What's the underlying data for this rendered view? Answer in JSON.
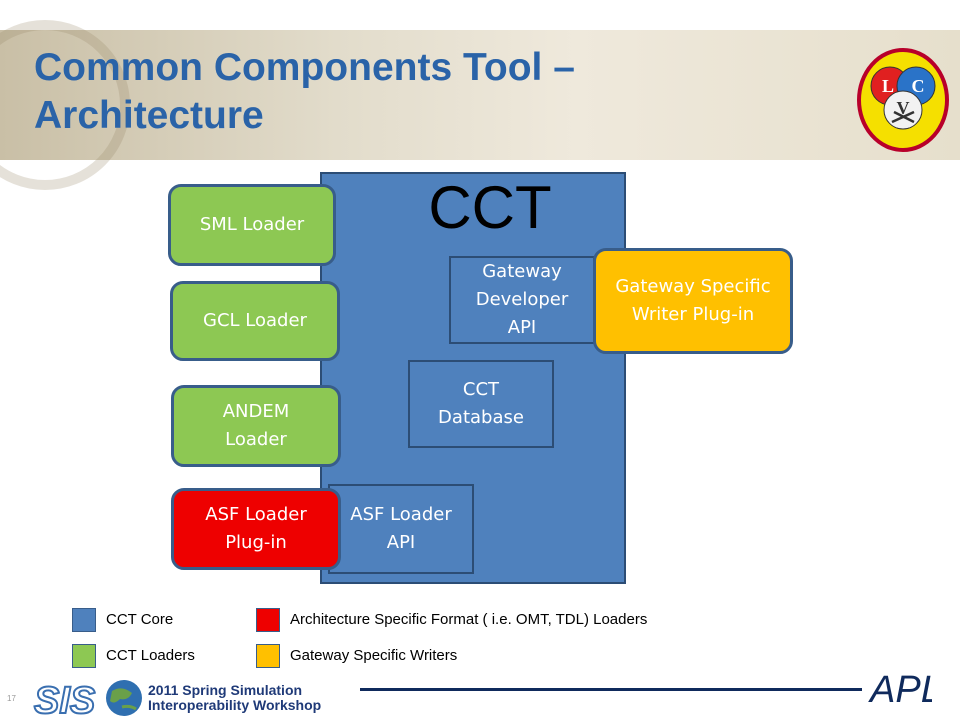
{
  "slide": {
    "title": "Common Components Tool –\nArchitecture",
    "page_number": "17"
  },
  "diagram": {
    "core_label": "CCT",
    "core_components": [
      {
        "label": "Gateway\nDeveloper\nAPI"
      },
      {
        "label": "CCT\nDatabase"
      },
      {
        "label": "ASF Loader\nAPI"
      }
    ],
    "loaders": [
      {
        "label": "SML Loader"
      },
      {
        "label": "GCL Loader"
      },
      {
        "label": "ANDEM\nLoader"
      }
    ],
    "asf_plugin": {
      "label": "ASF Loader\nPlug-in"
    },
    "writer_plugin": {
      "label": "Gateway Specific\nWriter Plug-in"
    }
  },
  "legend": [
    {
      "label": "CCT Core",
      "color": "#4f81bd"
    },
    {
      "label": "Architecture Specific Format ( i.e. OMT, TDL) Loaders",
      "color": "#ee0000"
    },
    {
      "label": "CCT Loaders",
      "color": "#8dc853"
    },
    {
      "label": "Gateway Specific Writers",
      "color": "#ffc000"
    }
  ],
  "footer": {
    "conference": "2011 Spring Simulation\nInteroperability Workshop",
    "sis_logo_text": "SIS",
    "apl_logo_text": "APL"
  },
  "logo": {
    "letters": [
      "L",
      "C",
      "V"
    ]
  }
}
